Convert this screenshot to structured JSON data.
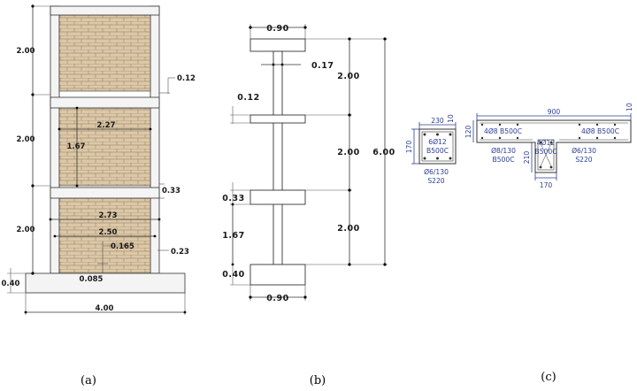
{
  "colors": {
    "line": "#333333",
    "brick": "#d9c4a3",
    "rebar": "#2d3e94"
  },
  "panel_a": {
    "caption": "(a)",
    "story_heights": [
      "2.00",
      "2.00",
      "2.00"
    ],
    "base_depth": "0.40",
    "base_width": "4.00",
    "beam_depth": "0.12",
    "opening_h": "1.67",
    "inner_w1": "2.27",
    "column_w": "0.33",
    "inner_w2": "2.73",
    "inner_w3": "2.50",
    "small_1": "0.165",
    "small_2": "0.23",
    "small_3": "0.085"
  },
  "panel_b": {
    "caption": "(b)",
    "top_flange": "0.90",
    "bottom_flange": "0.90",
    "web_offset": "0.17",
    "beam_depth": "0.12",
    "beam_depth_2": "0.33",
    "span_1": "2.00",
    "span_2": "2.00",
    "span_3": "2.00",
    "total": "6.00",
    "lower_h": "1.67",
    "base_depth": "0.40"
  },
  "panel_c": {
    "caption": "(c)",
    "col_w": "230",
    "col_cover": "10",
    "col_h": "170",
    "col_bars": "6Ø12",
    "col_bars_grade": "B500C",
    "col_stirrup": "Ø6/130",
    "col_stirrup_grade": "S220",
    "t_w": "900",
    "t_cover": "10",
    "t_flange_h": "120",
    "t_bars_left": "4Ø8 B500C",
    "t_bars_right": "4Ø8 B500C",
    "t_mesh": "Ø8/130",
    "t_mesh_grade": "B500C",
    "t_web_h": "210",
    "t_web_bars": "4Ø12",
    "t_web_bars_grade": "B500C",
    "t_web_stirrup": "Ø6/130",
    "t_web_stirrup_grade": "S220",
    "t_web_w": "170"
  }
}
